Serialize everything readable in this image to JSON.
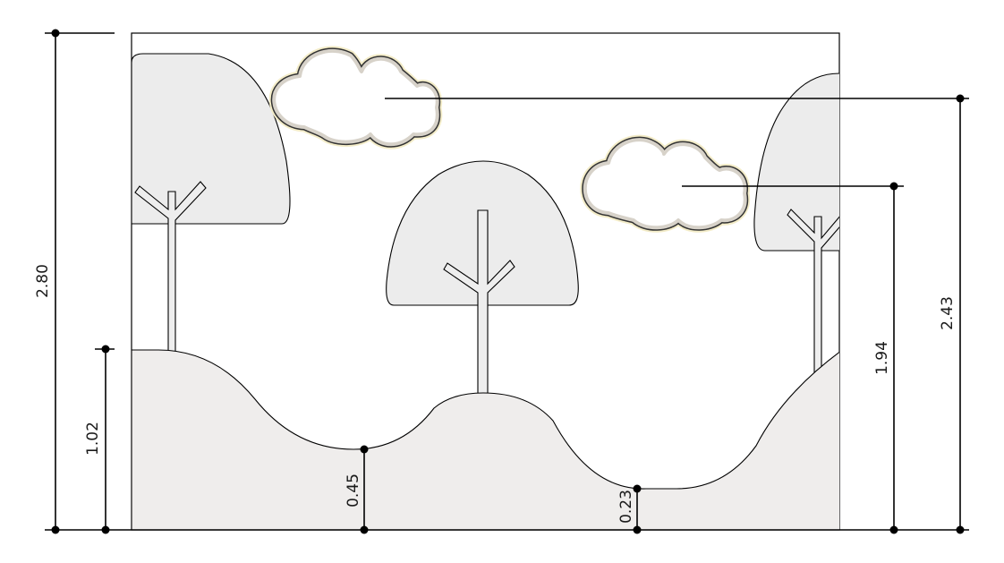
{
  "drawing": {
    "subject": "elevation-landscape",
    "colors": {
      "ground": "#efedec",
      "canopy": "#ececec",
      "line": "#000000"
    }
  },
  "dimensions": {
    "overall_height": "2.80",
    "left_hill_height": "1.02",
    "first_valley_height": "0.45",
    "second_valley_height": "0.23",
    "lower_cloud_height": "1.94",
    "upper_cloud_height": "2.43"
  }
}
